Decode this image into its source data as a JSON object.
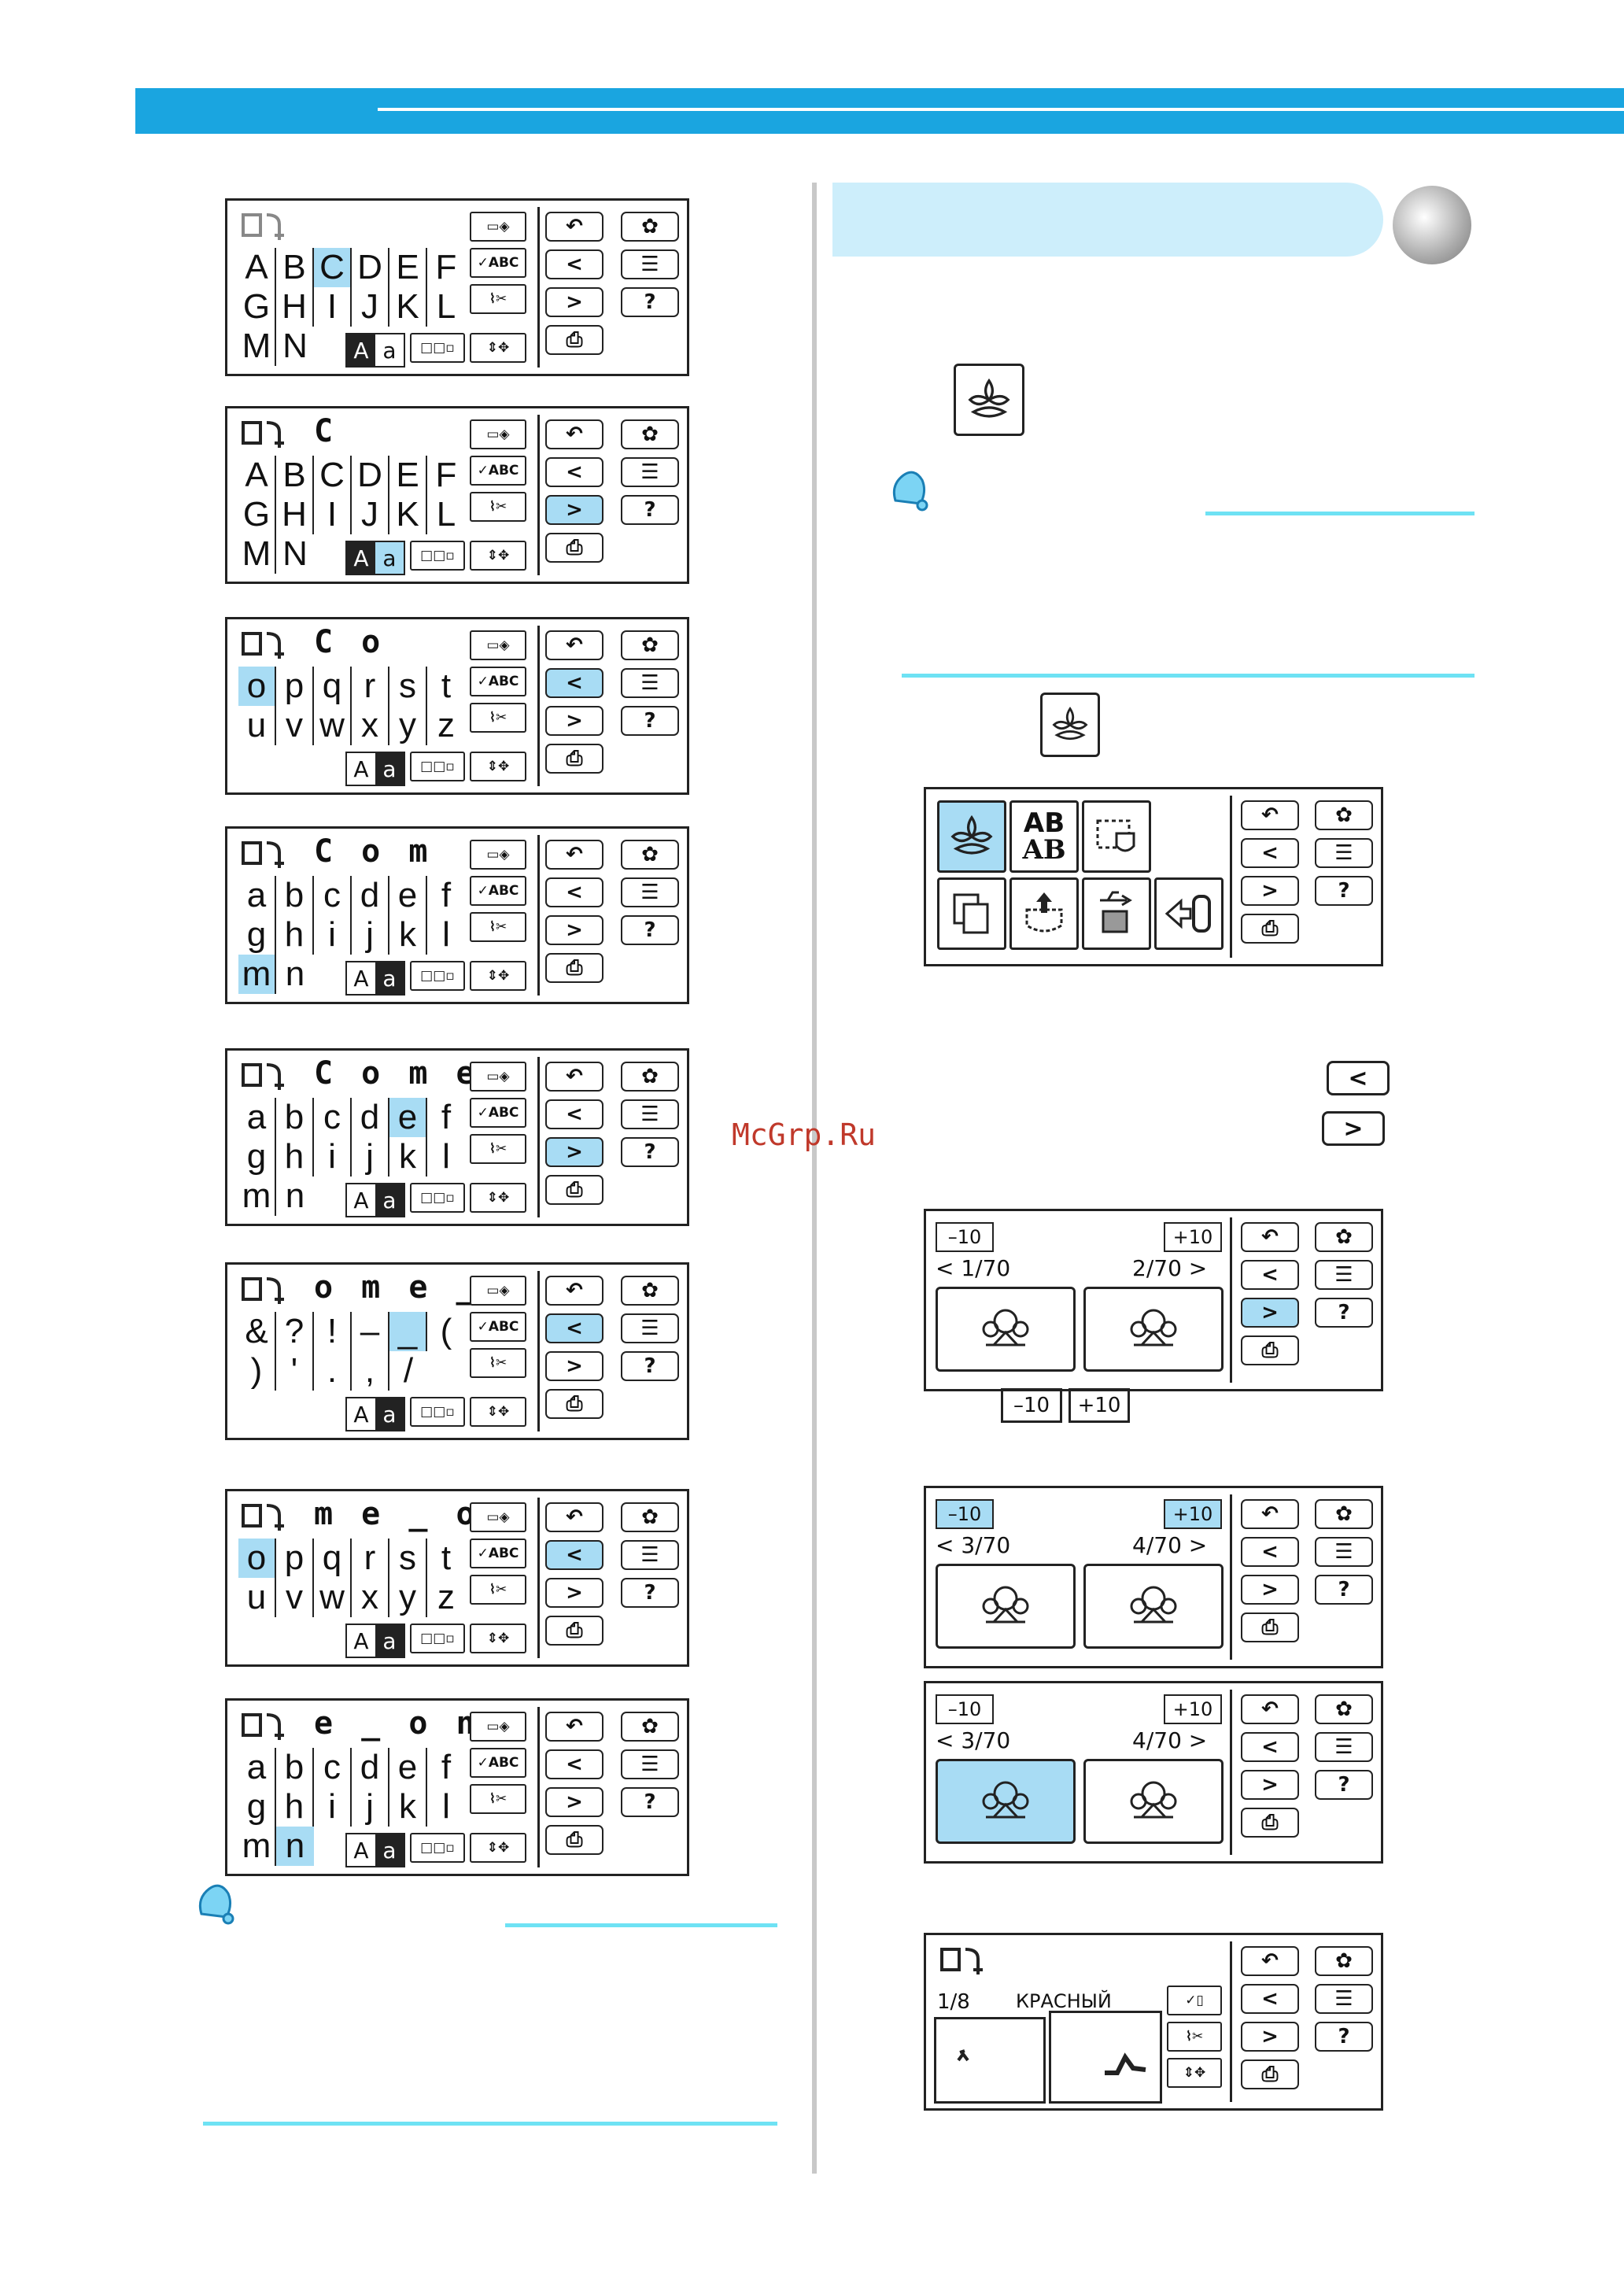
{
  "header": {
    "watermark": "McGrp.Ru"
  },
  "keys": {
    "upper": [
      [
        "A",
        "B",
        "C",
        "D",
        "E",
        "F"
      ],
      [
        "G",
        "H",
        "I",
        "J",
        "K",
        "L"
      ],
      [
        "M",
        "N"
      ]
    ],
    "lower_o": [
      [
        "o",
        "p",
        "q",
        "r",
        "s",
        "t"
      ],
      [
        "u",
        "v",
        "w",
        "x",
        "y",
        "z"
      ]
    ],
    "lower_a": [
      [
        "a",
        "b",
        "c",
        "d",
        "e",
        "f"
      ],
      [
        "g",
        "h",
        "i",
        "j",
        "k",
        "l"
      ],
      [
        "m",
        "n"
      ]
    ],
    "symbols": [
      [
        "&",
        "?",
        "!",
        "–",
        "_",
        "("
      ],
      [
        ")",
        "'",
        ".",
        ",",
        "/"
      ]
    ],
    "aa_upper": "A",
    "aa_lower": "a"
  },
  "nav": {
    "back": "↶",
    "prev": "<",
    "next": ">"
  },
  "screens_left": [
    {
      "display": "",
      "layout": "upper"
    },
    {
      "display": "C",
      "layout": "upper"
    },
    {
      "display": "C o",
      "layout": "lower_o"
    },
    {
      "display": "C o m",
      "layout": "lower_a"
    },
    {
      "display": "C o m e",
      "layout": "lower_a"
    },
    {
      "display": "o m e _",
      "layout": "symbols"
    },
    {
      "display": "m e _ o",
      "layout": "lower_o"
    },
    {
      "display": "e _ o n",
      "layout": "lower_a"
    }
  ],
  "menu": {
    "ab_label_1": "AB",
    "ab_label_2": "AB"
  },
  "pager": {
    "minus": "–10",
    "plus": "+10",
    "p1": "< 1/70",
    "p2": "2/70 >",
    "p3": "< 3/70",
    "p4": "4/70 >"
  },
  "inline_buttons": {
    "minus": "–10",
    "plus": "+10"
  },
  "color_screen": {
    "counter": "1/8",
    "color_name": "КРАСНЫЙ"
  }
}
